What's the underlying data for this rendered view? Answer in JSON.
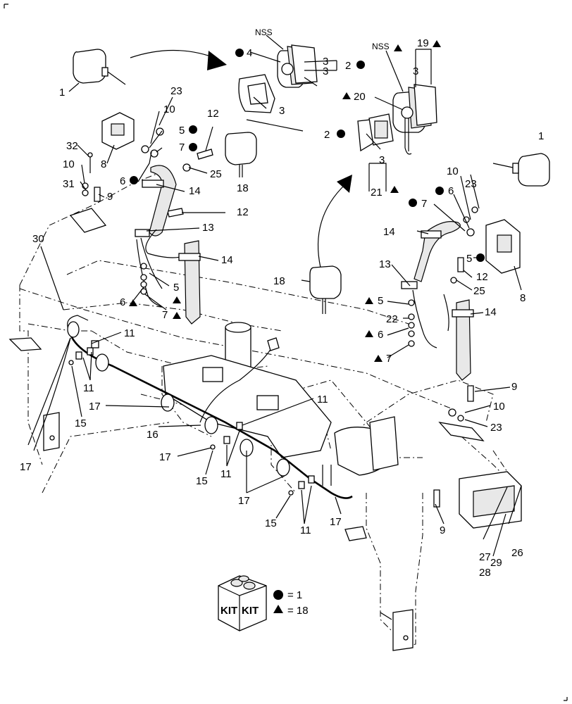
{
  "labels": {
    "l1a": "1",
    "l1b": "1",
    "l23a": "23",
    "l10a": "10",
    "l5a": "5",
    "l7a": "7",
    "l6a": "6",
    "l32": "32",
    "l8a": "8",
    "l10b": "10",
    "l31": "31",
    "l9a": "9",
    "l12a": "12",
    "l25a": "25",
    "l18a": "18",
    "l14a": "14",
    "l12b": "12",
    "l13a": "13",
    "l30": "30",
    "l14b": "14",
    "l5b": "5",
    "l6b": "6",
    "l7b": "7",
    "l11a": "11",
    "l11b": "11",
    "l17a": "17",
    "l15a": "15",
    "l17b": "17",
    "l16": "16",
    "l11c": "11",
    "l17c": "17",
    "l15b": "15",
    "l11d": "11",
    "l17d": "17",
    "l15c": "15",
    "l11e": "11",
    "l17e": "17",
    "nss1": "NSS",
    "l4": "4",
    "l3a": "3",
    "l3b": "3",
    "l2a": "2",
    "l2b": "2",
    "l3c": "3",
    "nss2": "NSS",
    "l19": "19",
    "l3d": "3",
    "l20": "20",
    "l3e": "3",
    "l21": "21",
    "l10c": "10",
    "l23b": "23",
    "l6c": "6",
    "l7c": "7",
    "l14c": "14",
    "l5c": "5",
    "l8b": "8",
    "l13b": "13",
    "l12c": "12",
    "l18b": "18",
    "l25b": "25",
    "l5d": "5",
    "l14d": "14",
    "l22": "22",
    "l6d": "6",
    "l7d": "7",
    "l9b": "9",
    "l10d": "10",
    "l23c": "23",
    "l9c": "9",
    "l27": "27",
    "l28": "28",
    "l29": "29",
    "l26": "26"
  },
  "kit_legend": {
    "box_text_1": "KIT",
    "box_text_2": "KIT",
    "circle_equals": "= 1",
    "triangle_equals": "= 18"
  }
}
